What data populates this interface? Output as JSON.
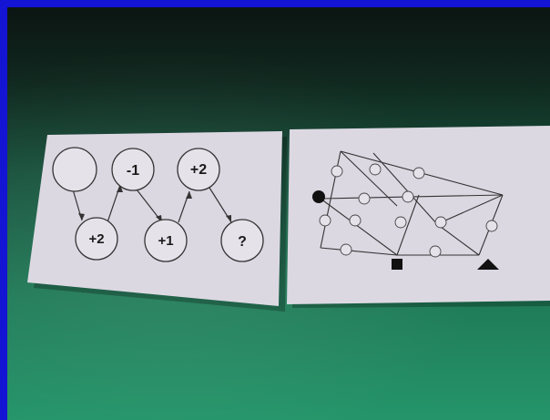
{
  "scene": {
    "background_color": "#1f7a57",
    "frame_color": "#1414d4"
  },
  "card_left": {
    "circles": [
      {
        "label": ""
      },
      {
        "label": "-1"
      },
      {
        "label": "+2"
      },
      {
        "label": "+2"
      },
      {
        "label": "+1"
      },
      {
        "label": "?"
      }
    ]
  },
  "card_right": {
    "start_marker": "filled-circle",
    "end_markers": [
      "filled-square",
      "filled-triangle"
    ]
  }
}
